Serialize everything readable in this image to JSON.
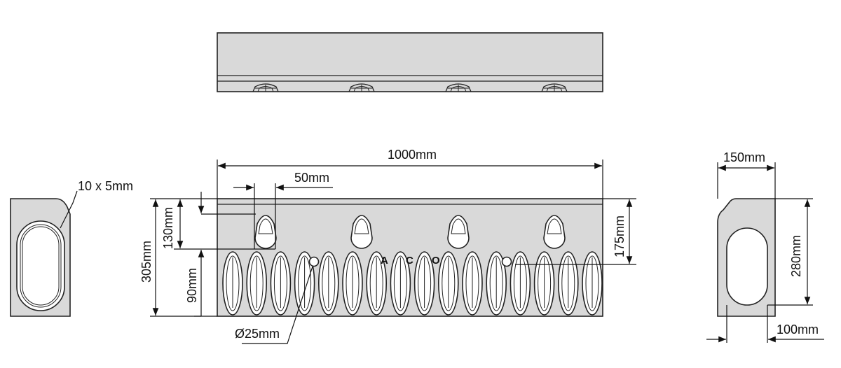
{
  "drawing": {
    "logo": [
      "A",
      "C",
      "O"
    ],
    "dimensions": {
      "overall_length": "1000mm",
      "anchor_width": "50mm",
      "anchor_height": "130mm",
      "overall_height": "305mm",
      "lower_section": "90mm",
      "anchor_to_top": "175mm",
      "drain_hole": "Ø25mm",
      "chamfer": "10 x 5mm",
      "top_width": "150mm",
      "side_height": "280mm",
      "base_width": "100mm"
    }
  }
}
